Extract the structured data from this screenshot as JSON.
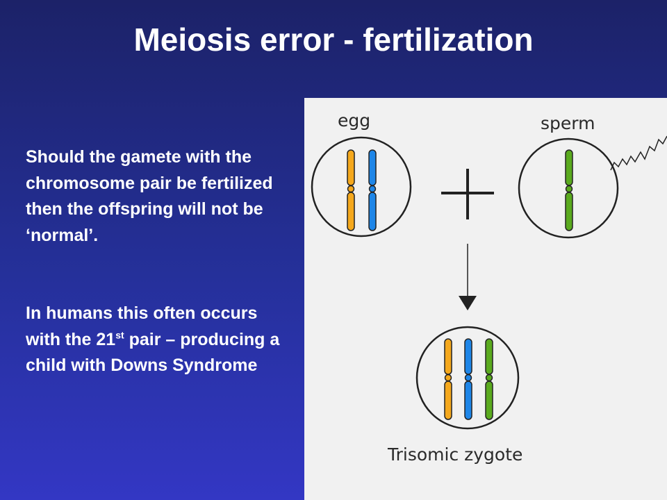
{
  "slide": {
    "title": "Meiosis error - fertilization",
    "paragraph_1": "Should the gamete with the chromosome pair be fertilized then the offspring will not be ‘normal’.",
    "paragraph_2_before": "In humans this often occurs with the 21",
    "paragraph_2_sup": "st",
    "paragraph_2_after": " pair – producing a child with Downs Syndrome"
  },
  "diagram": {
    "egg_label": "egg",
    "sperm_label": "sperm",
    "zygote_label": "Trisomic zygote",
    "plus_symbol": "+",
    "colors": {
      "yellow_chromosome": "#f5a81c",
      "blue_chromosome": "#1e86e8",
      "green_chromosome": "#5aaa1e",
      "outline": "#222222"
    }
  }
}
